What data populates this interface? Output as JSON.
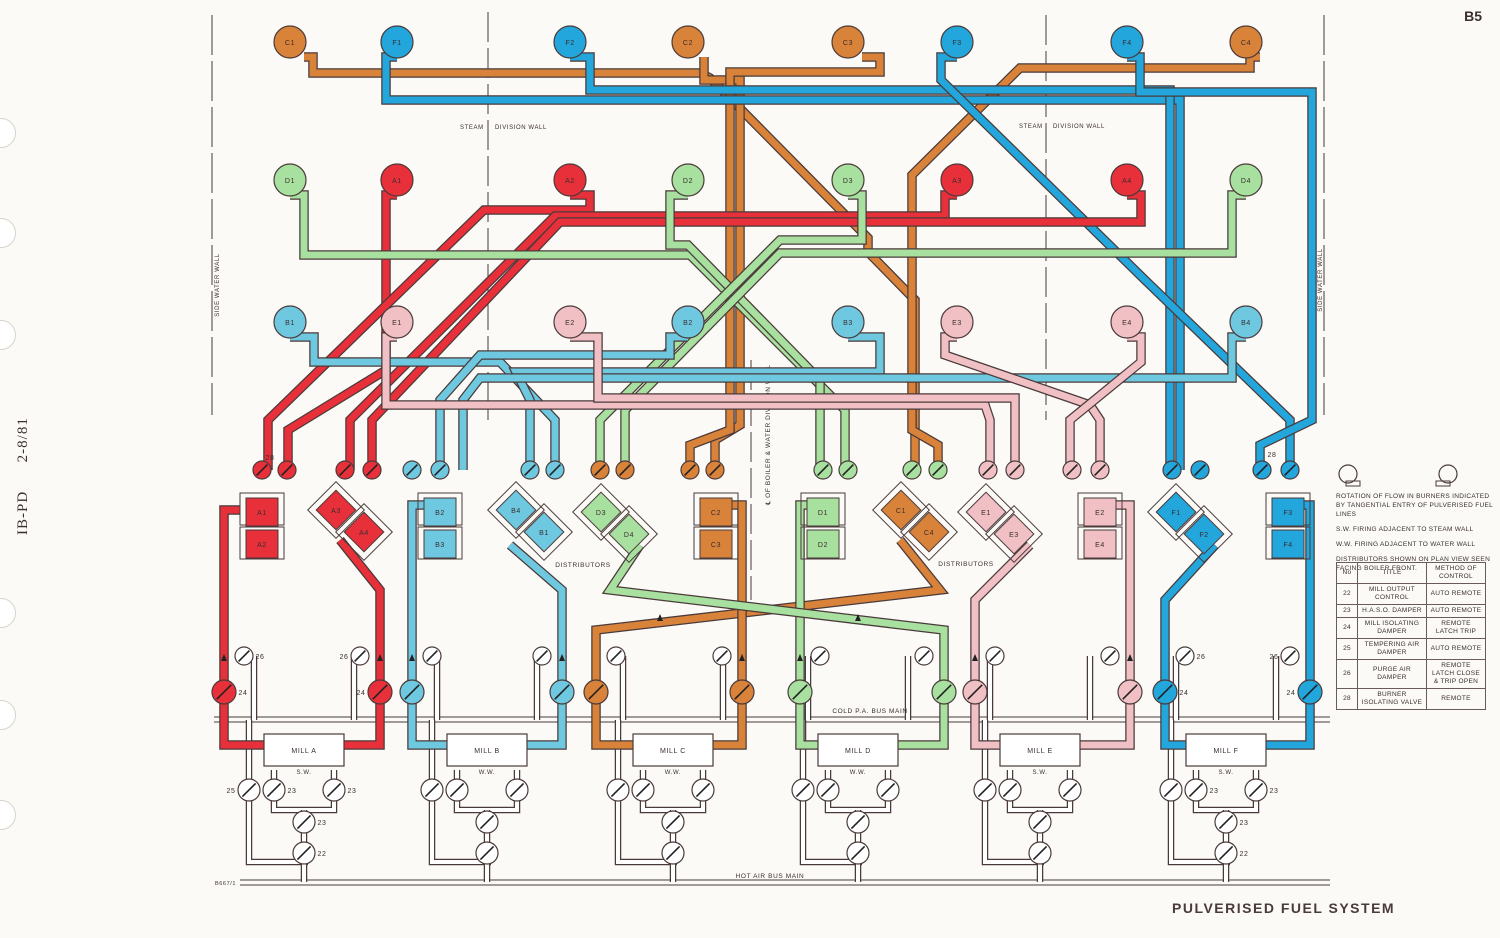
{
  "page": {
    "number": "B5",
    "doc_ref": "IB-PD      2-8/81",
    "drawing_ref": "B667/1",
    "title": "PULVERISED FUEL SYSTEM"
  },
  "colors": {
    "A": "#e8303a",
    "B": "#6ec8e0",
    "C": "#d8823a",
    "D": "#a8e0a0",
    "E": "#f0c0c4",
    "F": "#22a6dc",
    "air": "#ffffff",
    "outline": "#4a3a3a",
    "paper": "#fbfaf6"
  },
  "walls": {
    "steam_division_left": "STEAM  DIVISION WALL",
    "steam_division_right": "STEAM  DIVISION WALL",
    "side_water_left": "SIDE WATER WALL",
    "side_water_right": "SIDE WATER WALL",
    "boiler_water_division": "℄ OF BOILER & WATER DIVISION WALL"
  },
  "burner_rows": [
    [
      "C1",
      "F1",
      "F2",
      "C2",
      "C3",
      "F3",
      "F4",
      "C4"
    ],
    [
      "D1",
      "A1",
      "A2",
      "D2",
      "D3",
      "A3",
      "A4",
      "D4"
    ],
    [
      "B1",
      "E1",
      "E2",
      "B2",
      "B3",
      "E3",
      "E4",
      "B4"
    ]
  ],
  "distributors": [
    {
      "mill": "A",
      "pair": [
        "A1",
        "A2"
      ],
      "style": "square"
    },
    {
      "mill": "A",
      "pair": [
        "A3",
        "A4"
      ],
      "style": "diamond"
    },
    {
      "mill": "B",
      "pair": [
        "B2",
        "B3"
      ],
      "style": "square"
    },
    {
      "mill": "B",
      "pair": [
        "B4",
        "B1"
      ],
      "style": "diamond"
    },
    {
      "mill": "D",
      "pair": [
        "D3",
        "D4"
      ],
      "style": "diamond"
    },
    {
      "mill": "C",
      "pair": [
        "C2",
        "C3"
      ],
      "style": "square"
    },
    {
      "mill": "D",
      "pair": [
        "D1",
        "D2"
      ],
      "style": "square"
    },
    {
      "mill": "C",
      "pair": [
        "C1",
        "C4"
      ],
      "style": "diamond"
    },
    {
      "mill": "E",
      "pair": [
        "E1",
        "E3"
      ],
      "style": "diamond"
    },
    {
      "mill": "E",
      "pair": [
        "E2",
        "E4"
      ],
      "style": "square"
    },
    {
      "mill": "F",
      "pair": [
        "F1",
        "F2"
      ],
      "style": "diamond"
    },
    {
      "mill": "F",
      "pair": [
        "F3",
        "F4"
      ],
      "style": "square"
    }
  ],
  "distributor_labels": [
    "DISTRIBUTORS",
    "DISTRIBUTORS"
  ],
  "mills": [
    {
      "name": "MILL A",
      "firing": "S.W."
    },
    {
      "name": "MILL B",
      "firing": "W.W."
    },
    {
      "name": "MILL C",
      "firing": "W.W."
    },
    {
      "name": "MILL D",
      "firing": "W.W."
    },
    {
      "name": "MILL E",
      "firing": "S.W."
    },
    {
      "name": "MILL F",
      "firing": "S.W."
    }
  ],
  "buses": {
    "cold": "COLD P.A. BUS MAIN",
    "hot": "HOT AIR BUS MAIN"
  },
  "valve_numbers": {
    "burner_isolating": "28",
    "mill_isolating": "24",
    "purge": "26",
    "tempering": "25",
    "haso": "23",
    "mill_output": "22"
  },
  "legend": {
    "rotation_note": "ROTATION OF FLOW IN BURNERS INDICATED BY TANGENTIAL ENTRY OF PULVERISED FUEL LINES",
    "sw_note": "S.W. FIRING ADJACENT TO STEAM WALL",
    "ww_note": "W.W. FIRING ADJACENT TO WATER WALL",
    "plan_note": "DISTRIBUTORS SHOWN ON PLAN VIEW SEEN FACING BOILER FRONT.",
    "table_headers": [
      "No",
      "TITLE",
      "METHOD OF CONTROL"
    ],
    "table_rows": [
      [
        "22",
        "MILL OUTPUT CONTROL",
        "AUTO REMOTE"
      ],
      [
        "23",
        "H.A.S.O. DAMPER",
        "AUTO REMOTE"
      ],
      [
        "24",
        "MILL ISOLATING DAMPER",
        "REMOTE LATCH TRIP"
      ],
      [
        "25",
        "TEMPERING AIR DAMPER",
        "AUTO REMOTE"
      ],
      [
        "26",
        "PURGE AIR DAMPER",
        "REMOTE LATCH CLOSE & TRIP OPEN"
      ],
      [
        "28",
        "BURNER ISOLATING VALVE",
        "REMOTE"
      ]
    ]
  }
}
